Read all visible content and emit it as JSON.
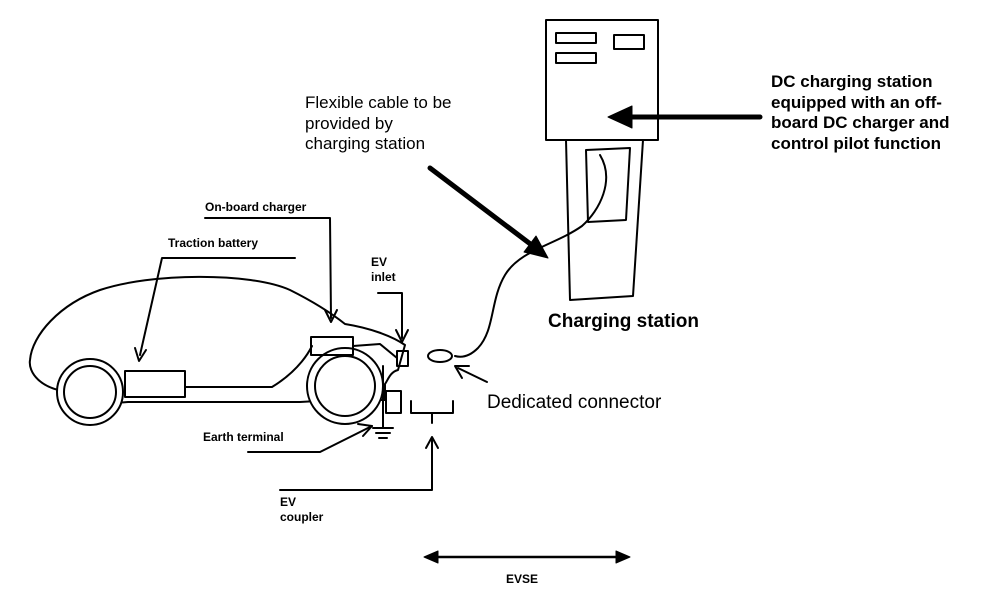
{
  "labels": {
    "onboard_charger": "On-board charger",
    "traction_battery": "Traction battery",
    "ev_inlet": "EV\ninlet",
    "earth_terminal": "Earth terminal",
    "ev_coupler": "EV\ncoupler",
    "evse": "EVSE",
    "flexible_cable": "Flexible cable to be\nprovided by\ncharging station",
    "dc_station": "DC charging station\nequipped with an off-\nboard DC charger and\ncontrol pilot function",
    "charging_station": "Charging station",
    "dedicated_connector": "Dedicated connector"
  },
  "colors": {
    "stroke": "#000000",
    "background": "#ffffff"
  }
}
